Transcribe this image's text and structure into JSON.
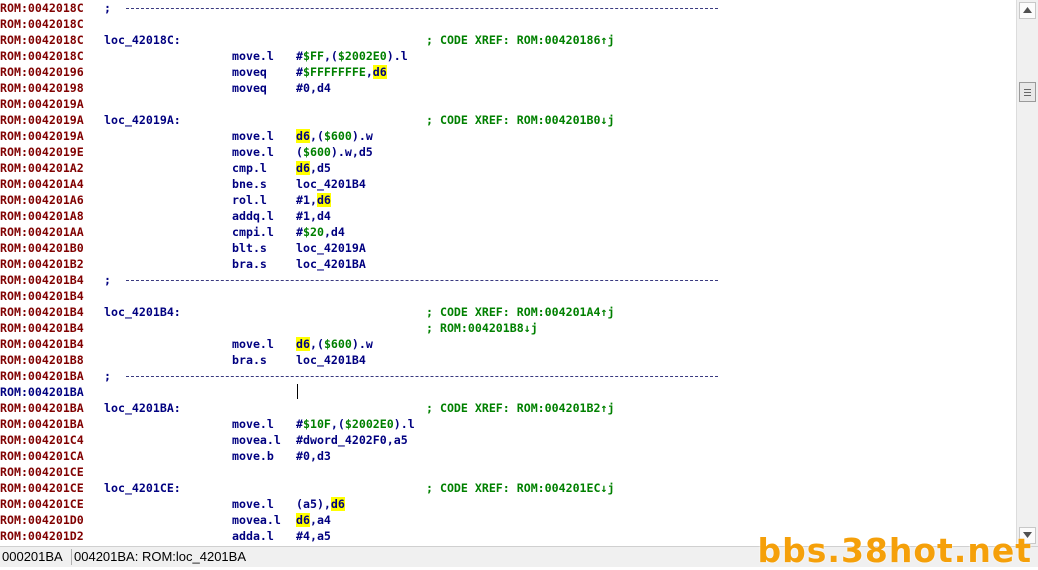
{
  "listing": {
    "lines": [
      {
        "addr": "ROM:0042018C",
        "sep": ";"
      },
      {
        "addr": "ROM:0042018C"
      },
      {
        "addr": "ROM:0042018C",
        "label": "loc_42018C:",
        "comment": "; CODE XREF: ROM:00420186↑j"
      },
      {
        "addr": "ROM:0042018C",
        "mnem": "move.l",
        "ops": [
          {
            "t": "#",
            "c": ""
          },
          {
            "t": "$FF",
            "c": "imm"
          },
          {
            "t": ",(",
            "c": ""
          },
          {
            "t": "$2002E0",
            "c": "imm"
          },
          {
            "t": ").l",
            "c": ""
          }
        ]
      },
      {
        "addr": "ROM:00420196",
        "mnem": "moveq",
        "ops": [
          {
            "t": "#",
            "c": ""
          },
          {
            "t": "$FFFFFFFE",
            "c": "imm"
          },
          {
            "t": ",",
            "c": ""
          },
          {
            "t": "d6",
            "c": "reg"
          }
        ]
      },
      {
        "addr": "ROM:00420198",
        "mnem": "moveq",
        "ops": [
          {
            "t": "#0,d4",
            "c": ""
          }
        ]
      },
      {
        "addr": "ROM:0042019A"
      },
      {
        "addr": "ROM:0042019A",
        "label": "loc_42019A:",
        "comment": "; CODE XREF: ROM:004201B0↓j"
      },
      {
        "addr": "ROM:0042019A",
        "mnem": "move.l",
        "ops": [
          {
            "t": "d6",
            "c": "reg"
          },
          {
            "t": ",(",
            "c": ""
          },
          {
            "t": "$600",
            "c": "imm"
          },
          {
            "t": ").w",
            "c": ""
          }
        ]
      },
      {
        "addr": "ROM:0042019E",
        "mnem": "move.l",
        "ops": [
          {
            "t": "(",
            "c": ""
          },
          {
            "t": "$600",
            "c": "imm"
          },
          {
            "t": ").w,d5",
            "c": ""
          }
        ]
      },
      {
        "addr": "ROM:004201A2",
        "mnem": "cmp.l",
        "ops": [
          {
            "t": "d6",
            "c": "reg"
          },
          {
            "t": ",d5",
            "c": ""
          }
        ]
      },
      {
        "addr": "ROM:004201A4",
        "mnem": "bne.s",
        "ops": [
          {
            "t": "loc_4201B4",
            "c": ""
          }
        ]
      },
      {
        "addr": "ROM:004201A6",
        "mnem": "rol.l",
        "ops": [
          {
            "t": "#1,",
            "c": ""
          },
          {
            "t": "d6",
            "c": "reg"
          }
        ]
      },
      {
        "addr": "ROM:004201A8",
        "mnem": "addq.l",
        "ops": [
          {
            "t": "#1,d4",
            "c": ""
          }
        ]
      },
      {
        "addr": "ROM:004201AA",
        "mnem": "cmpi.l",
        "ops": [
          {
            "t": "#",
            "c": ""
          },
          {
            "t": "$20",
            "c": "imm"
          },
          {
            "t": ",d4",
            "c": ""
          }
        ]
      },
      {
        "addr": "ROM:004201B0",
        "mnem": "blt.s",
        "ops": [
          {
            "t": "loc_42019A",
            "c": ""
          }
        ]
      },
      {
        "addr": "ROM:004201B2",
        "mnem": "bra.s",
        "ops": [
          {
            "t": "loc_4201BA",
            "c": ""
          }
        ]
      },
      {
        "addr": "ROM:004201B4",
        "sep": ";"
      },
      {
        "addr": "ROM:004201B4"
      },
      {
        "addr": "ROM:004201B4",
        "label": "loc_4201B4:",
        "comment": "; CODE XREF: ROM:004201A4↑j"
      },
      {
        "addr": "ROM:004201B4",
        "comment": "; ROM:004201B8↓j"
      },
      {
        "addr": "ROM:004201B4",
        "mnem": "move.l",
        "ops": [
          {
            "t": "d6",
            "c": "reg"
          },
          {
            "t": ",(",
            "c": ""
          },
          {
            "t": "$600",
            "c": "imm"
          },
          {
            "t": ").w",
            "c": ""
          }
        ]
      },
      {
        "addr": "ROM:004201B8",
        "mnem": "bra.s",
        "ops": [
          {
            "t": "loc_4201B4",
            "c": ""
          }
        ]
      },
      {
        "addr": "ROM:004201BA",
        "sep": ";"
      },
      {
        "addr": "ROM:004201BA",
        "current": true
      },
      {
        "addr": "ROM:004201BA",
        "label": "loc_4201BA:",
        "comment": "; CODE XREF: ROM:004201B2↑j"
      },
      {
        "addr": "ROM:004201BA",
        "mnem": "move.l",
        "ops": [
          {
            "t": "#",
            "c": ""
          },
          {
            "t": "$10F",
            "c": "imm"
          },
          {
            "t": ",(",
            "c": ""
          },
          {
            "t": "$2002E0",
            "c": "imm"
          },
          {
            "t": ").l",
            "c": ""
          }
        ]
      },
      {
        "addr": "ROM:004201C4",
        "mnem": "movea.l",
        "ops": [
          {
            "t": "#dword_4202F0,a5",
            "c": ""
          }
        ]
      },
      {
        "addr": "ROM:004201CA",
        "mnem": "move.b",
        "ops": [
          {
            "t": "#0,d3",
            "c": ""
          }
        ]
      },
      {
        "addr": "ROM:004201CE"
      },
      {
        "addr": "ROM:004201CE",
        "label": "loc_4201CE:",
        "comment": "; CODE XREF: ROM:004201EC↓j"
      },
      {
        "addr": "ROM:004201CE",
        "mnem": "move.l",
        "ops": [
          {
            "t": "(a5),",
            "c": ""
          },
          {
            "t": "d6",
            "c": "reg"
          }
        ]
      },
      {
        "addr": "ROM:004201D0",
        "mnem": "movea.l",
        "ops": [
          {
            "t": "d6",
            "c": "reg"
          },
          {
            "t": ",a4",
            "c": ""
          }
        ]
      },
      {
        "addr": "ROM:004201D2",
        "mnem": "adda.l",
        "ops": [
          {
            "t": "#4,a5",
            "c": ""
          }
        ]
      }
    ]
  },
  "statusbar": {
    "left": "000201BA",
    "right": "004201BA: ROM:loc_4201BA"
  },
  "watermark": "bbs.38hot.net",
  "colors": {
    "address": "#800000",
    "code": "#000080",
    "immediate": "#008000",
    "comment": "#008000",
    "highlight": "#ffff00"
  }
}
